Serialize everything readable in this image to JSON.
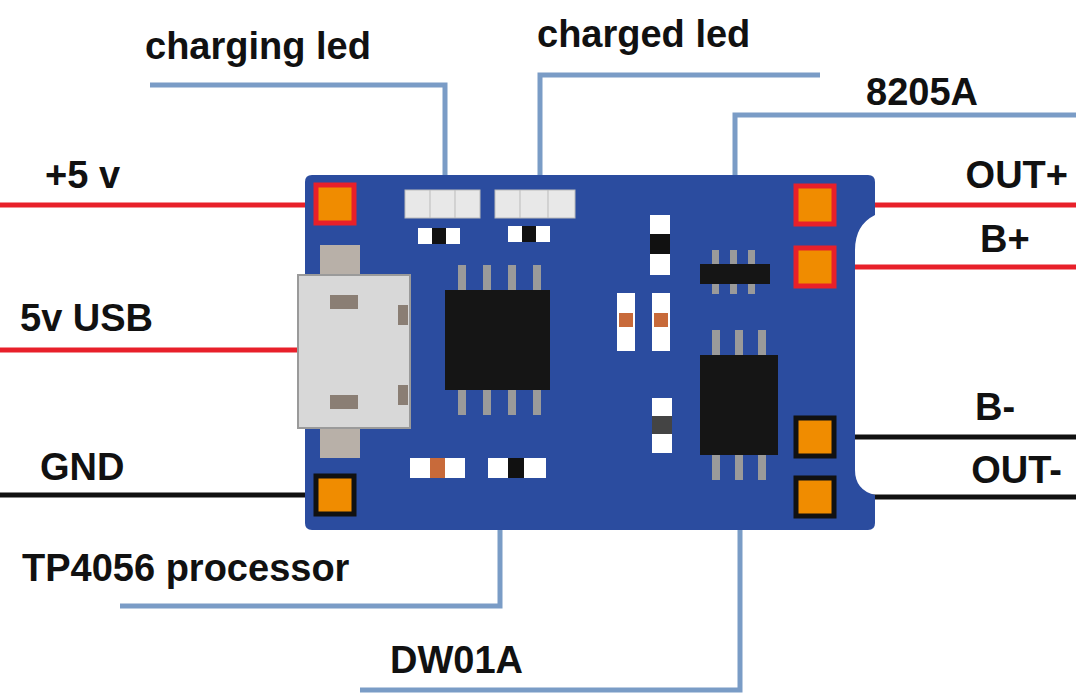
{
  "diagram": {
    "labels": [
      "charging led",
      "charged led",
      "8205A",
      "+5 v",
      "OUT+",
      "B+",
      "5v USB",
      "B-",
      "GND",
      "OUT-",
      "TP4056 processor",
      "DW01A"
    ]
  }
}
